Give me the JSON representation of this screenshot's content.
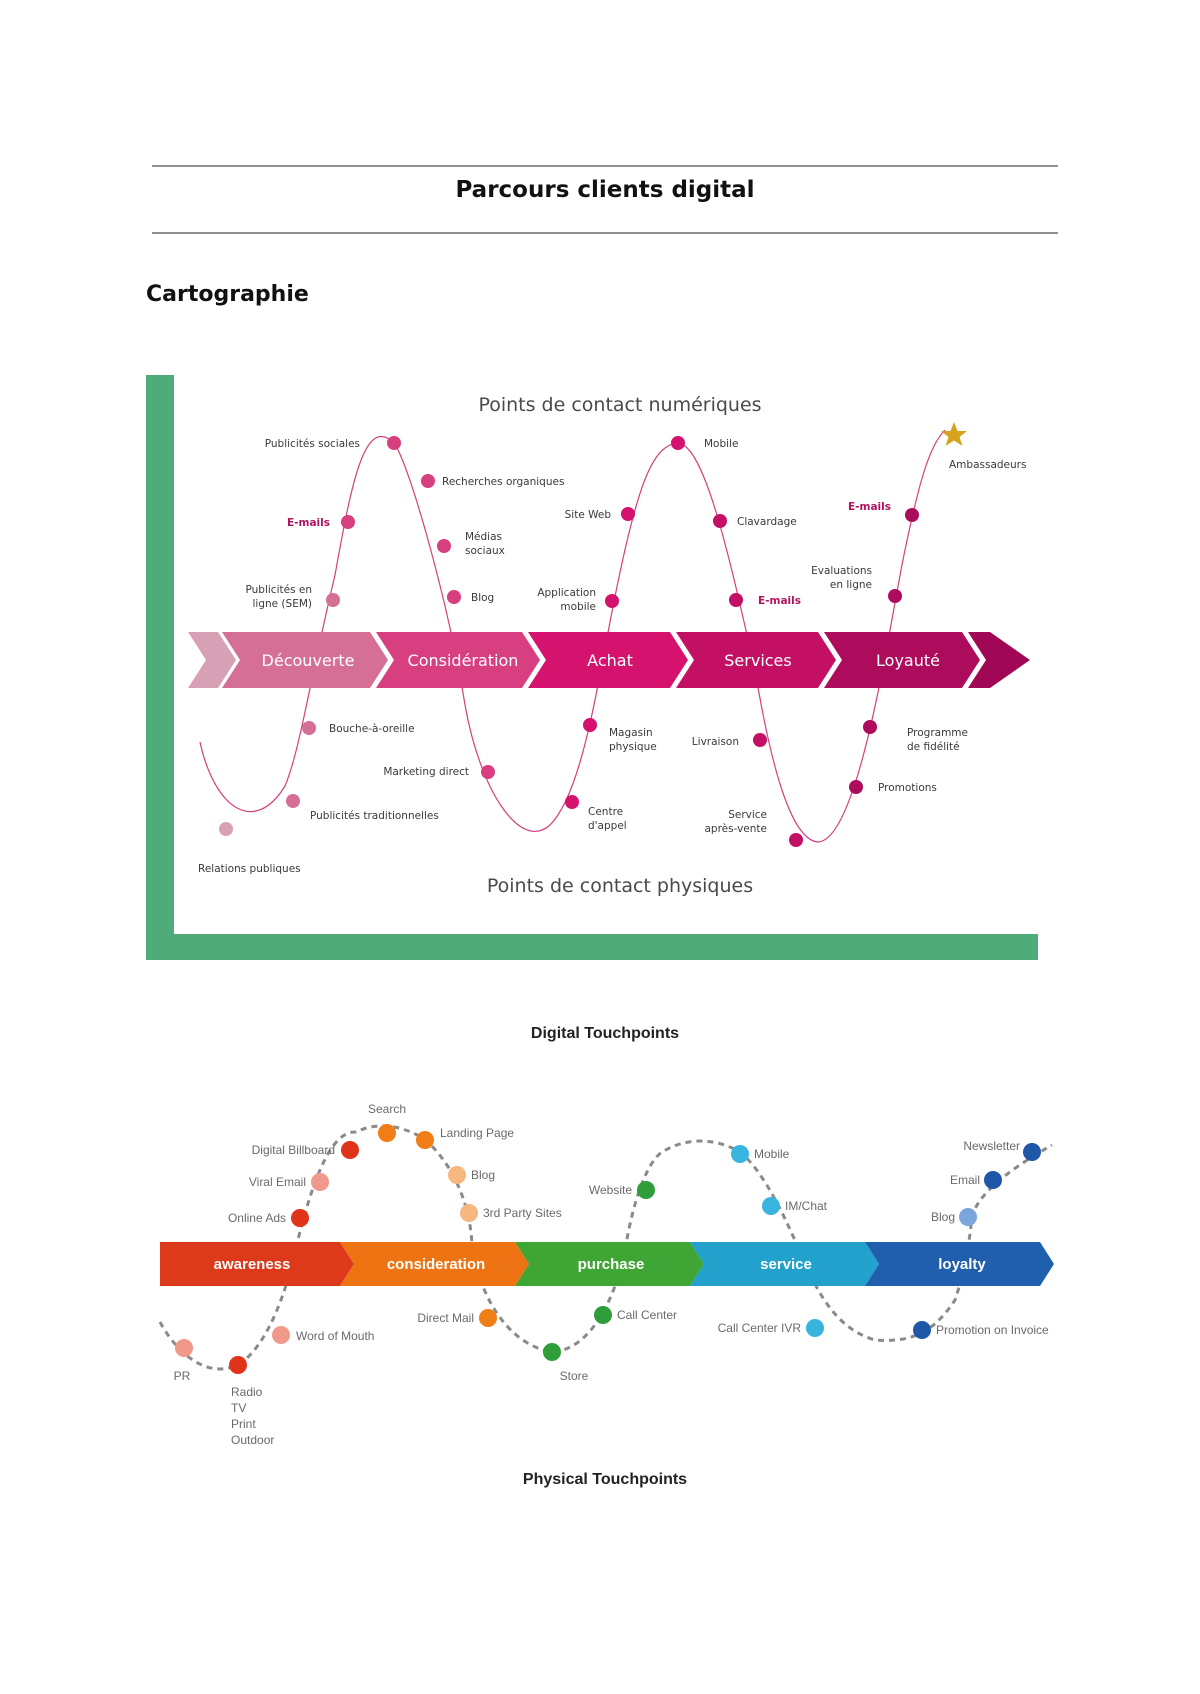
{
  "document": {
    "title": "Parcours clients digital",
    "section": "Cartographie"
  },
  "diagram_fr": {
    "top_zone": "Points de contact numériques",
    "bottom_zone": "Points de contact physiques",
    "stages": [
      "Découverte",
      "Considération",
      "Achat",
      "Services",
      "Loyauté"
    ],
    "colors": {
      "frame": "#4fac79",
      "stages": [
        "#d56f95",
        "#d83f80",
        "#d5126e",
        "#c31065",
        "#ad0c5c"
      ],
      "lead_arrow": "#d8a0b4",
      "tail_arrow": "#a00855",
      "star": "#d4a21d",
      "email_label": "#b0145e"
    },
    "labels": {
      "pub_sociales": "Publicités sociales",
      "emails_1": "E-mails",
      "pub_en_ligne_1": "Publicités en",
      "pub_en_ligne_2": "ligne (SEM)",
      "recherches": "Recherches organiques",
      "medias_1": "Médias",
      "medias_2": "sociaux",
      "blog": "Blog",
      "site_web": "Site Web",
      "mobile": "Mobile",
      "app_1": "Application",
      "app_2": "mobile",
      "clavardage": "Clavardage",
      "emails_2": "E-mails",
      "emails_3": "E-mails",
      "evaluations_1": "Evaluations",
      "evaluations_2": "en ligne",
      "ambassadeurs": "Ambassadeurs",
      "bouche": "Bouche-à-oreille",
      "marketing": "Marketing direct",
      "pub_trad": "Publicités traditionnelles",
      "relations": "Relations publiques",
      "magasin_1": "Magasin",
      "magasin_2": "physique",
      "centre_1": "Centre",
      "centre_2": "d'appel",
      "livraison": "Livraison",
      "sav_1": "Service",
      "sav_2": "après-vente",
      "programme_1": "Programme",
      "programme_2": "de fidélité",
      "promotions": "Promotions"
    }
  },
  "diagram_en": {
    "top_zone": "Digital Touchpoints",
    "bottom_zone": "Physical Touchpoints",
    "stages": [
      "awareness",
      "consideration",
      "purchase",
      "service",
      "loyalty"
    ],
    "colors": {
      "stages": [
        "#dc3a1b",
        "#ee7413",
        "#3fa535",
        "#21a1cc",
        "#1f5fae"
      ],
      "dots": {
        "red": "#e0341a",
        "salmon": "#f0988a",
        "orange": "#f07d16",
        "peach": "#f6b780",
        "green": "#2f9e3a",
        "cyan": "#39b4de",
        "blue": "#1e56a8",
        "lightblue": "#7aa6dc"
      }
    },
    "labels": {
      "search": "Search",
      "digital_billboard": "Digital Billboard",
      "landing_page": "Landing Page",
      "viral_email": "Viral Email",
      "blog": "Blog",
      "online_ads": "Online Ads",
      "third_party": "3rd Party Sites",
      "website": "Website",
      "mobile": "Mobile",
      "im_chat": "IM/Chat",
      "newsletter": "Newsletter",
      "email": "Email",
      "blog_2": "Blog",
      "pr": "PR",
      "radio": "Radio",
      "tv": "TV",
      "print": "Print",
      "outdoor": "Outdoor",
      "word_of_mouth": "Word of Mouth",
      "direct_mail": "Direct Mail",
      "store": "Store",
      "call_center": "Call Center",
      "call_center_ivr": "Call Center IVR",
      "promotion_invoice": "Promotion on Invoice"
    }
  }
}
